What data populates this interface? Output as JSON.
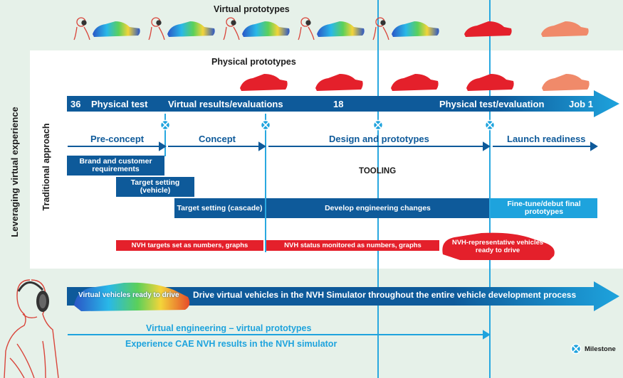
{
  "side_labels": {
    "leveraging": "Leveraging virtual experience",
    "traditional": "Traditional approach"
  },
  "sections": {
    "virtual_prototypes": "Virtual prototypes",
    "physical_prototypes": "Physical prototypes"
  },
  "timeline": {
    "start": "36",
    "physical_test": "Physical test",
    "virtual_results": "Virtual results/evaluations",
    "mid": "18",
    "physical_eval": "Physical test/evaluation",
    "end": "Job 1"
  },
  "phases": [
    "Pre-concept",
    "Concept",
    "Design and prototypes",
    "Launch readiness"
  ],
  "tooling": "TOOLING",
  "tasks": {
    "brand": "Brand and customer requirements",
    "target_vehicle": "Target setting (vehicle)",
    "target_cascade": "Target setting (cascade)",
    "develop": "Develop engineering changes",
    "finetune": "Fine-tune/debut final prototypes"
  },
  "nvh": {
    "targets": "NVH targets set as numbers, graphs",
    "status": "NVH status monitored as numbers, graphs",
    "representative": "NVH-representative vehicles ready to drive"
  },
  "simulator": {
    "ready": "Virtual vehicles ready to drive",
    "drive": "Drive virtual vehicles in the NVH Simulator throughout the entire vehicle development process"
  },
  "bottom": {
    "virtual_engineering": "Virtual engineering – virtual prototypes",
    "experience": "Experience CAE NVH results in the NVH simulator"
  },
  "legend": {
    "milestone": "Milestone"
  },
  "colors": {
    "dark_blue": "#0e5a9a",
    "cyan": "#1ea3dd",
    "red": "#e4202b",
    "salmon": "#f08a6a",
    "background": "#e6f1e9"
  }
}
